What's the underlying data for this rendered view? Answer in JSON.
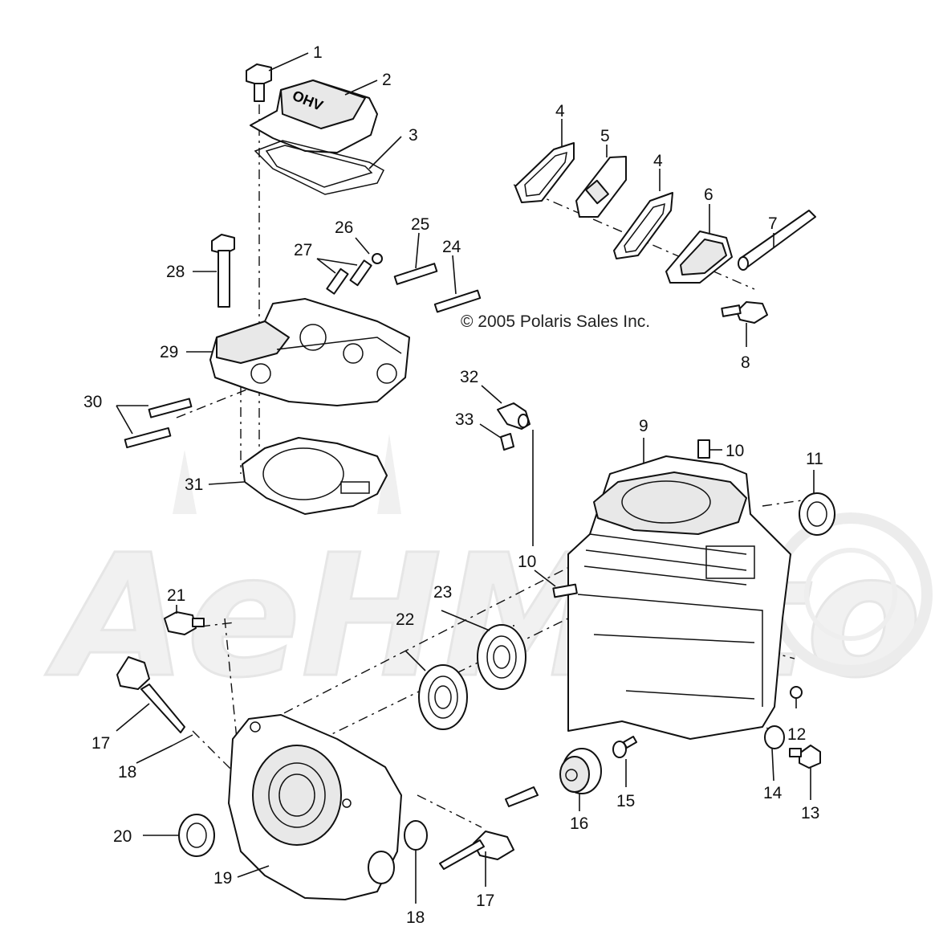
{
  "copyright": "© 2005 Polaris Sales Inc.",
  "cover_marking": "OHV",
  "watermark": "AeHMoto",
  "callouts": [
    "1",
    "2",
    "3",
    "4",
    "5",
    "4",
    "6",
    "7",
    "8",
    "26",
    "25",
    "24",
    "27",
    "28",
    "29",
    "30",
    "31",
    "32",
    "33",
    "9",
    "10",
    "11",
    "10",
    "21",
    "23",
    "22",
    "17",
    "18",
    "12",
    "15",
    "14",
    "13",
    "16",
    "20",
    "19",
    "18",
    "17"
  ]
}
